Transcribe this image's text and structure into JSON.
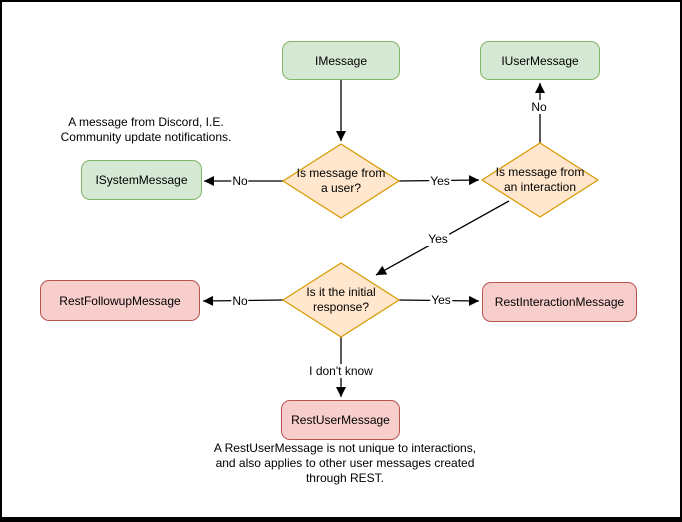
{
  "colors": {
    "interface_fill": "#d5e8d4",
    "interface_stroke": "#82b366",
    "decision_fill": "#ffe6cc",
    "decision_stroke": "#d79b00",
    "rest_fill": "#f8cecc",
    "rest_stroke": "#b85450",
    "edge_stroke": "#000000",
    "background": "#ffffff"
  },
  "nodes": {
    "imessage": {
      "label": "IMessage"
    },
    "iusermessage": {
      "label": "IUserMessage"
    },
    "isystemmessage": {
      "label": "ISystemMessage"
    },
    "restfollowupmessage": {
      "label": "RestFollowupMessage"
    },
    "restinteractionmessage": {
      "label": "RestInteractionMessage"
    },
    "restusermessage": {
      "label": "RestUserMessage"
    }
  },
  "decisions": {
    "is_from_user": {
      "label": "Is message from\na user?"
    },
    "is_from_interaction": {
      "label": "Is message from\nan interaction"
    },
    "is_initial_response": {
      "label": "Is it the initial\nresponse?"
    }
  },
  "edge_labels": {
    "user_no": "No",
    "user_yes": "Yes",
    "interaction_no": "No",
    "interaction_yes": "Yes",
    "initial_no": "No",
    "initial_yes": "Yes",
    "initial_unknown": "I don't know"
  },
  "annotations": {
    "system_note": "A message from Discord, I.E.\nCommunity update notifications.",
    "restuser_note": "A RestUserMessage is not unique to interactions,\nand also applies to other user messages created\nthrough REST."
  }
}
